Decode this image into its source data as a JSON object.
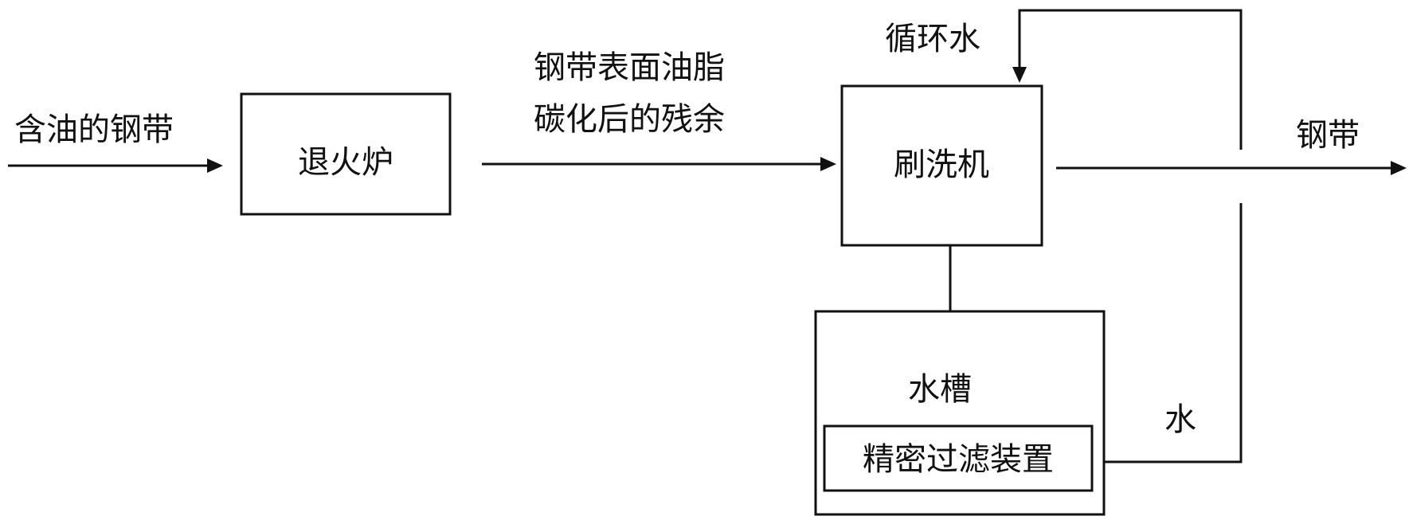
{
  "nodes": {
    "input_label": "含油的钢带",
    "annealing_furnace": "退火炉",
    "residue_label_line1": "钢带表面油脂",
    "residue_label_line2": "碳化后的残余",
    "brushing_machine": "刷洗机",
    "circulating_water": "循环水",
    "output_label": "钢带",
    "water_tank": "水槽",
    "filter_device": "精密过滤装置",
    "water_label": "水"
  }
}
